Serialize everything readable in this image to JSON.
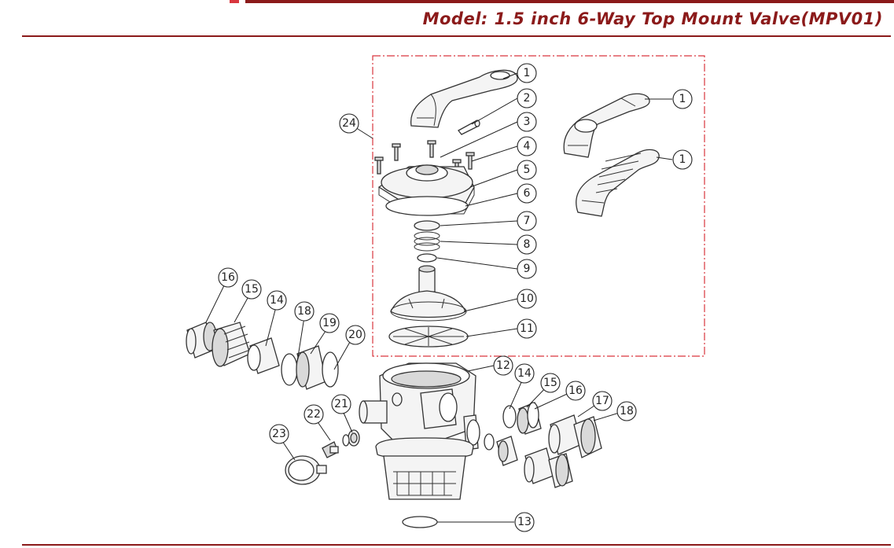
{
  "colors": {
    "accent": "#8b1a1a",
    "rule": "#8b1a1a",
    "frame": "#d9363e",
    "line": "#333333"
  },
  "header": {
    "label": "Model",
    "separator": ":",
    "value": "1.5 inch 6-Way Top Mount  Valve(MPV01)"
  },
  "callouts": [
    "1",
    "1",
    "1",
    "2",
    "3",
    "4",
    "5",
    "6",
    "7",
    "8",
    "9",
    "10",
    "11",
    "12",
    "13",
    "14",
    "15",
    "16",
    "17",
    "18",
    "19",
    "20",
    "21",
    "22",
    "23",
    "24",
    "14",
    "15",
    "16",
    "18"
  ]
}
